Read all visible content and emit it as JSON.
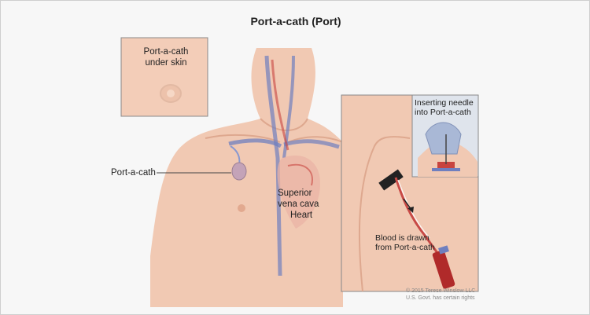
{
  "title": "Port-a-cath (Port)",
  "labels": {
    "port_under_skin": "Port-a-cath\nunder skin",
    "port": "Port-a-cath",
    "svc": "Superior\nvena cava",
    "heart": "Heart",
    "inserting_needle": "Inserting needle\ninto Port-a-cath",
    "blood_drawn": "Blood is drawn\nfrom Port-a-cath"
  },
  "credit": "© 2015 Terese Winslow LLC\nU.S. Govt. has certain rights",
  "colors": {
    "skin": "#f1c9b3",
    "skin_shadow": "#dea88f",
    "vein": "#6f7fbf",
    "artery": "#c8443f",
    "background": "#f7f7f7"
  }
}
